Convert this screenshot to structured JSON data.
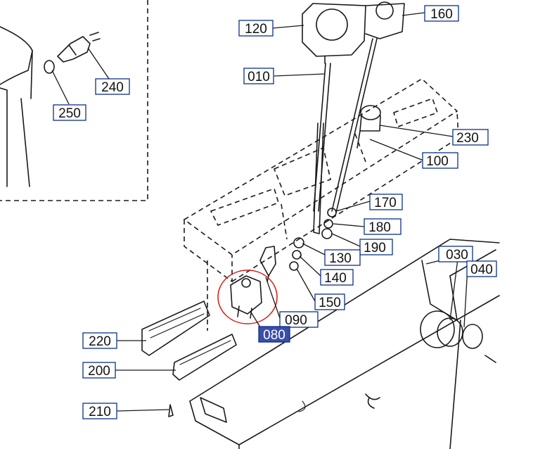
{
  "part_labels": [
    {
      "id": "120",
      "text": "120"
    },
    {
      "id": "160",
      "text": "160"
    },
    {
      "id": "010",
      "text": "010"
    },
    {
      "id": "240",
      "text": "240"
    },
    {
      "id": "250",
      "text": "250"
    },
    {
      "id": "230",
      "text": "230"
    },
    {
      "id": "100",
      "text": "100"
    },
    {
      "id": "170",
      "text": "170"
    },
    {
      "id": "180",
      "text": "180"
    },
    {
      "id": "190",
      "text": "190"
    },
    {
      "id": "130",
      "text": "130"
    },
    {
      "id": "140",
      "text": "140"
    },
    {
      "id": "150",
      "text": "150"
    },
    {
      "id": "090",
      "text": "090"
    },
    {
      "id": "080",
      "text": "080",
      "selected": true
    },
    {
      "id": "030",
      "text": "030"
    },
    {
      "id": "040",
      "text": "040"
    },
    {
      "id": "220",
      "text": "220"
    },
    {
      "id": "200",
      "text": "200"
    },
    {
      "id": "210",
      "text": "210"
    }
  ],
  "colors": {
    "label_border": "#0b2f8a",
    "selection_fill": "#3a4ea8",
    "highlight_circle": "#d11a1a",
    "line": "#1a1a1a"
  }
}
